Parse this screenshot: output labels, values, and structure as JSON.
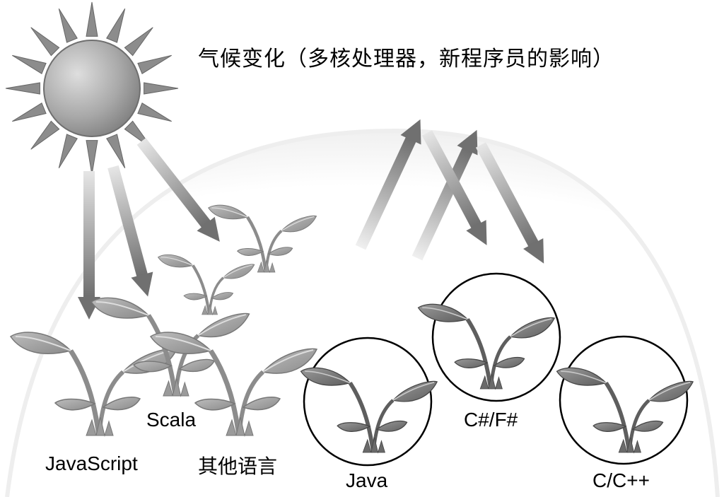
{
  "title": "气候变化（多核处理器，新程序员的影响）",
  "labels": {
    "javascript": "JavaScript",
    "scala": "Scala",
    "other": "其他语言",
    "java": "Java",
    "csharp_fsharp": "C#/F#",
    "cpp": "C/C++"
  },
  "colors": {
    "leaf_light": "#a6a6a6",
    "leaf_mid": "#8f8f8f",
    "leaf_dark": "#6e6e6e",
    "arrow_shade": "#7a7a7a",
    "sun_core": "#9b9b9b",
    "ray": "#8c8c8c"
  }
}
